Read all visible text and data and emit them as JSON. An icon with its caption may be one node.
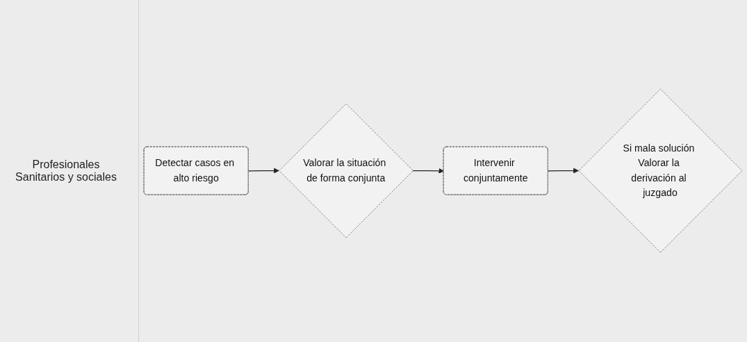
{
  "diagram": {
    "nodes": [
      {
        "text": [
          "Detectar casos en alto riesgo"
        ]
      },
      {
        "text": [
          "Valorar la situación de forma conjunta"
        ]
      },
      {
        "text": [
          "Intervenir conjuntamente"
        ]
      },
      {
        "text": [
          "Si mala solución Valorar la derivación al juzgado"
        ]
      }
    ],
    "edges": [
      {
        "from": 0,
        "to": 1,
        "arrow": "to"
      },
      {
        "from": 1,
        "to": 2,
        "arrow": "to"
      },
      {
        "from": 2,
        "to": 3,
        "arrow": "to"
      }
    ],
    "labels": [
      "Profesionales Sanitarios y sociales"
    ]
  }
}
